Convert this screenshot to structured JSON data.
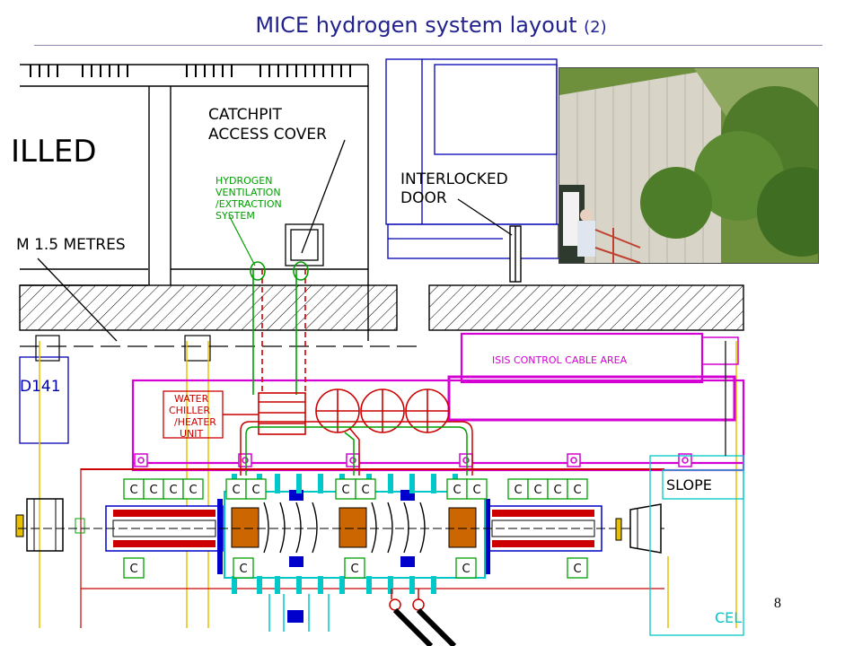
{
  "title": {
    "main": "MICE hydrogen system layout",
    "suffix": "(2)"
  },
  "labels": {
    "catchpit_line1": "CATCHPIT",
    "catchpit_line2": "ACCESS  COVER",
    "chilled": "ILLED",
    "metres": "M  1.5  METRES",
    "hydrogen_line1": "HYDROGEN",
    "hydrogen_line2": "VENTILATION",
    "hydrogen_line3": "/EXTRACTION",
    "hydrogen_line4": "SYSTEM",
    "interlocked_line1": "INTERLOCKED",
    "interlocked_line2": "DOOR",
    "isis": "ISIS  CONTROL  CABLE  AREA",
    "d141": "D141",
    "water_line1": "WATER",
    "water_line2": "CHILLER",
    "water_line3": "/HEATER",
    "water_line4": "UNIT",
    "slope": "SLOPE",
    "cel": "CEL",
    "c": "C"
  },
  "page_number": "8",
  "colors": {
    "title": "#23238f",
    "wall": "#000000",
    "hydrogen": "#00a000",
    "red_pipe": "#cc0000",
    "isis": "#d400d4",
    "cyan": "#00c8c8",
    "blue": "#0000cc",
    "yellow": "#e8c000"
  }
}
